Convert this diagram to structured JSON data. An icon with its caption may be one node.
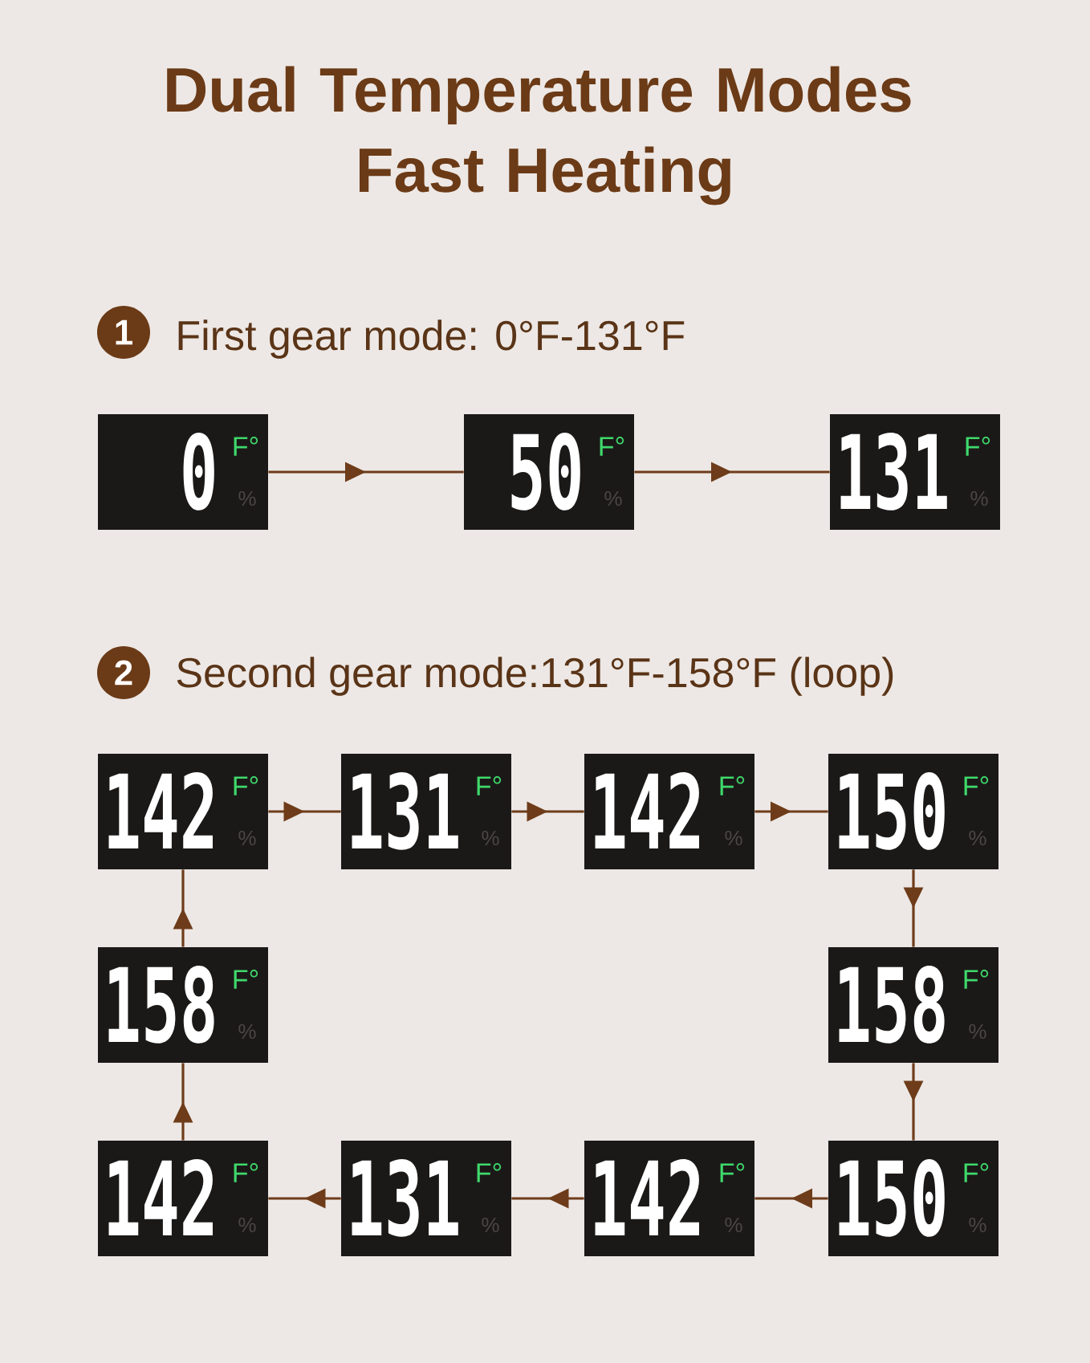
{
  "diagram": {
    "title": "Dual Temperature Modes Fast Heating",
    "nodes": [
      {
        "text": [
          "1"
        ],
        "beside": [
          "First gear mode: 0°F-131°F"
        ]
      },
      {
        "text": [
          "0",
          "F°",
          "%"
        ]
      },
      {
        "text": [
          "50",
          "F°",
          "%"
        ]
      },
      {
        "text": [
          "131",
          "F°",
          "%"
        ]
      },
      {
        "text": [
          "2"
        ],
        "beside": [
          "Second gear mode:131°F-158°F (loop)"
        ]
      },
      {
        "text": [
          "142",
          "F°",
          "%"
        ]
      },
      {
        "text": [
          "131",
          "F°",
          "%"
        ]
      },
      {
        "text": [
          "142",
          "F°",
          "%"
        ]
      },
      {
        "text": [
          "150",
          "F°",
          "%"
        ]
      },
      {
        "text": [
          "158",
          "F°",
          "%"
        ]
      },
      {
        "text": [
          "158",
          "F°",
          "%"
        ]
      },
      {
        "text": [
          "142",
          "F°",
          "%"
        ]
      },
      {
        "text": [
          "131",
          "F°",
          "%"
        ]
      },
      {
        "text": [
          "142",
          "F°",
          "%"
        ]
      },
      {
        "text": [
          "150",
          "F°",
          "%"
        ]
      }
    ],
    "edges": [
      {
        "from": 1,
        "to": 2,
        "arrow": "to"
      },
      {
        "from": 2,
        "to": 3,
        "arrow": "to"
      },
      {
        "from": 5,
        "to": 6,
        "arrow": "to"
      },
      {
        "from": 6,
        "to": 7,
        "arrow": "to"
      },
      {
        "from": 7,
        "to": 8,
        "arrow": "to"
      },
      {
        "from": 8,
        "to": 10,
        "arrow": "to"
      },
      {
        "from": 10,
        "to": 14,
        "arrow": "to"
      },
      {
        "from": 14,
        "to": 13,
        "arrow": "to"
      },
      {
        "from": 13,
        "to": 12,
        "arrow": "to"
      },
      {
        "from": 12,
        "to": 11,
        "arrow": "to"
      },
      {
        "from": 11,
        "to": 9,
        "arrow": "to"
      },
      {
        "from": 9,
        "to": 5,
        "arrow": "to"
      }
    ]
  }
}
